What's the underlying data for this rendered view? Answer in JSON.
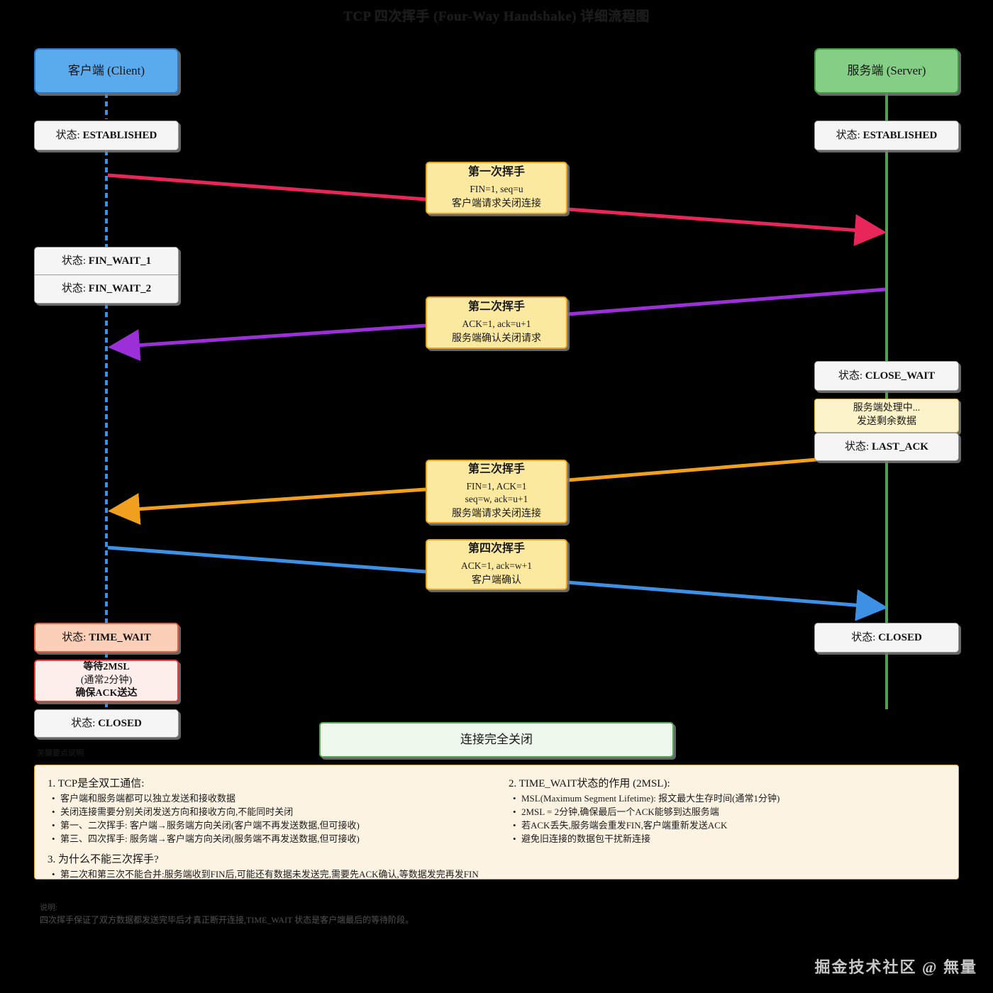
{
  "title": "TCP 四次挥手 (Four-Way Handshake) 详细流程图",
  "actors": {
    "client": {
      "label": "客户端 (Client)",
      "color": "#5aabee",
      "border": "#2d79c7"
    },
    "server": {
      "label": "服务端 (Server)",
      "color": "#84cf85",
      "border": "#3f9c40"
    }
  },
  "client_states": [
    {
      "name": "state-established-client",
      "prefix": "状态: ",
      "value": "ESTABLISHED"
    },
    {
      "name": "state-fin-wait-1",
      "prefix": "状态: ",
      "value": "FIN_WAIT_1"
    },
    {
      "name": "state-fin-wait-2",
      "prefix": "状态: ",
      "value": "FIN_WAIT_2"
    },
    {
      "name": "state-time-wait",
      "prefix": "状态: ",
      "value": "TIME_WAIT"
    },
    {
      "name": "state-closed-client",
      "prefix": "状态: ",
      "value": "CLOSED"
    }
  ],
  "server_states": [
    {
      "name": "state-established-server",
      "prefix": "状态: ",
      "value": "ESTABLISHED"
    },
    {
      "name": "state-close-wait",
      "prefix": "状态: ",
      "value": "CLOSE_WAIT"
    },
    {
      "name": "state-last-ack",
      "prefix": "状态: ",
      "value": "LAST_ACK"
    },
    {
      "name": "state-closed-server",
      "prefix": "状态: ",
      "value": "CLOSED"
    }
  ],
  "msl_box": {
    "line1": "等待2MSL",
    "line2": "(通常2分钟)",
    "line3": "确保ACK送达"
  },
  "server_process_box": {
    "line1": "服务端处理中...",
    "line2": "发送剩余数据"
  },
  "messages": [
    {
      "id": "handshake-1",
      "title": "第一次挥手",
      "flags": "FIN=1, seq=u",
      "flags2": "",
      "desc": "客户端请求关闭连接",
      "direction": "client-to-server",
      "color": "#e8265a"
    },
    {
      "id": "handshake-2",
      "title": "第二次挥手",
      "flags": "ACK=1, ack=u+1",
      "flags2": "",
      "desc": "服务端确认关闭请求",
      "direction": "server-to-client",
      "color": "#9b30d9"
    },
    {
      "id": "handshake-3",
      "title": "第三次挥手",
      "flags": "FIN=1, ACK=1",
      "flags2": "seq=w, ack=u+1",
      "desc": "服务端请求关闭连接",
      "direction": "server-to-client",
      "color": "#f0a01e"
    },
    {
      "id": "handshake-4",
      "title": "第四次挥手",
      "flags": "ACK=1, ack=w+1",
      "flags2": "",
      "desc": "客户端确认",
      "direction": "client-to-server",
      "color": "#3d90e3"
    }
  ],
  "final_box": {
    "label": "连接完全关闭"
  },
  "notes": {
    "left": [
      {
        "heading": "1. TCP是全双工通信:",
        "items": [
          "客户端和服务端都可以独立发送和接收数据",
          "关闭连接需要分别关闭发送方向和接收方向,不能同时关闭",
          "第一、二次挥手: 客户端→服务端方向关闭(客户端不再发送数据,但可接收)",
          "第三、四次挥手: 服务端→客户端方向关闭(服务端不再发送数据,但可接收)"
        ]
      },
      {
        "heading": "3. 为什么不能三次挥手?",
        "items": [
          "第二次和第三次不能合并:服务端收到FIN后,可能还有数据未发送完,需要先ACK确认,等数据发完再发FIN"
        ]
      }
    ],
    "right": [
      {
        "heading": "2. TIME_WAIT状态的作用 (2MSL):",
        "items": [
          "MSL(Maximum Segment Lifetime): 报文最大生存时间(通常1分钟)",
          "2MSL = 2分钟,确保最后一个ACK能够到达服务端",
          "若ACK丢失,服务端会重发FIN,客户端重新发送ACK",
          "避免旧连接的数据包干扰新连接"
        ]
      }
    ]
  },
  "faint_above_notes": "关键要点说明",
  "faint_below_title": "说明:",
  "faint_below_body": "四次挥手保证了双方数据都发送完毕后才真正断开连接,TIME_WAIT 状态是客户端最后的等待阶段。",
  "watermark": "掘金技术社区 @ 無量"
}
